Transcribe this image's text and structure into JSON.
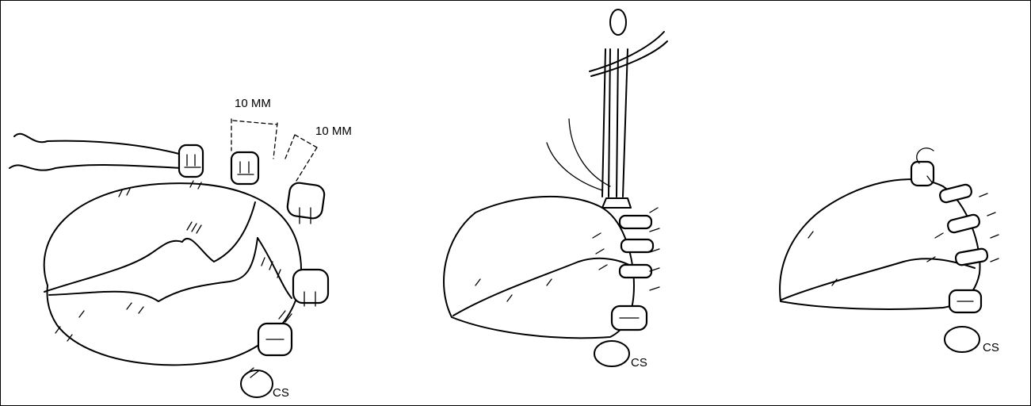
{
  "labels": {
    "spacing_1": "10 MM",
    "spacing_2": "10 MM",
    "cs_left": "CS",
    "cs_middle": "CS",
    "cs_right": "CS"
  }
}
